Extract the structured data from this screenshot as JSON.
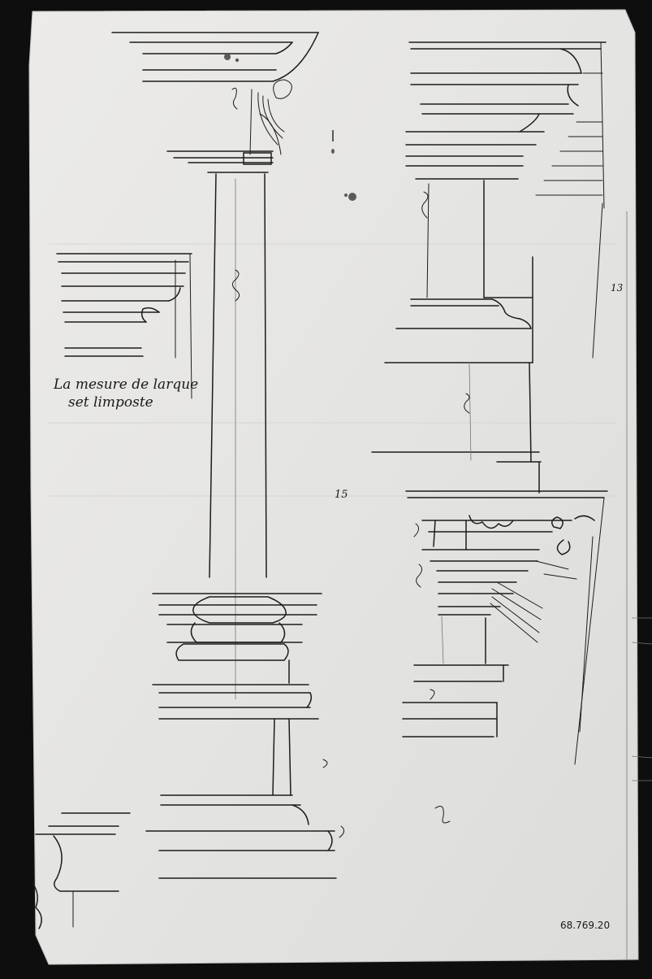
{
  "caption": {
    "line1": "La mesure de larque",
    "line2": "set limposte"
  },
  "accession_number": "68.769.20",
  "corner_mark": "13",
  "center_mark": "15",
  "palette": {
    "frame": "#0e0e0e",
    "paper": "#e6e6e4",
    "ink": "#1c1c1c",
    "stain": "#5a5a5a"
  }
}
